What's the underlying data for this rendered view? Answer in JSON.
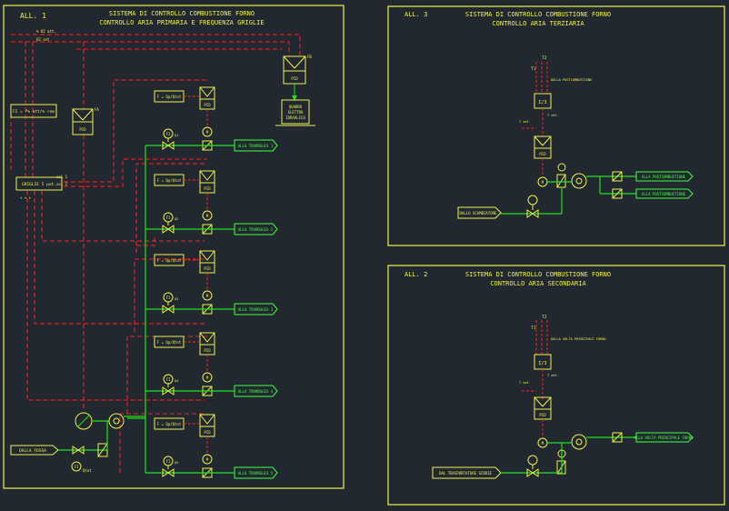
{
  "colors": {
    "background": "#212830",
    "frame": "#f0f050",
    "dashed": "#ff2020",
    "pipe": "#20e020",
    "symbol": "#f0f050",
    "text_yellow": "#f0f050",
    "text_green": "#40ff40"
  },
  "all1": {
    "tag": "ALL. 1",
    "title_line1": "SISTEMA DI CONTROLLO COMBUSTIONE FORNO",
    "title_line2": "CONTROLLO ARIA PRIMARIA E FREQUENZA GRIGLIE",
    "sig1": "% O2 att.",
    "sig2": "O2 set",
    "formula": "FI = f% att/% rem",
    "fa_label": "FA",
    "fb_label": "FB",
    "pid": "PID",
    "quadro_line1": "QUADRO",
    "quadro_line2": "ELETTRO",
    "quadro_line3": "IDRAULICO",
    "grate_panel": "GRIGLIE 5 pot.",
    "sel1": "sel 1",
    "sel2": "sel 2",
    "zones": [
      {
        "ratio": "F = Qp/Qtot",
        "fi": "FI",
        "tag": "Q1",
        "m": "M",
        "dest": "ALLA TRAMOGGIA 1"
      },
      {
        "ratio": "F = Qp/Qtot",
        "fi": "FI",
        "tag": "Q2",
        "m": "M",
        "dest": "ALLA TRAMOGGIA 2"
      },
      {
        "ratio": "F = Qp/Qtot",
        "fi": "FI",
        "tag": "Q3",
        "m": "M",
        "dest": "ALLA TRAMOGGIA 3"
      },
      {
        "ratio": "F = Qp/Qtot",
        "fi": "FI",
        "tag": "Q4",
        "m": "M",
        "dest": "ALLA TRAMOGGIA 4"
      },
      {
        "ratio": "F = Qp/Qtot",
        "fi": "FI",
        "tag": "Q5",
        "m": "M",
        "dest": "ALLA TRAMOGGIA 5"
      }
    ],
    "source": "DALLA FOSSA",
    "fan_m": "M",
    "qtot": "Qtot"
  },
  "all3": {
    "tag": "ALL. 3",
    "title_line1": "SISTEMA DI CONTROLLO COMBUSTIONE FORNO",
    "title_line2": "CONTROLLO ARIA TERZIARIA",
    "t1": "T1",
    "t2": "T2",
    "from_post": "DALLA POSTCOMBUSTIONE",
    "sigma": "Σ/3",
    "t_att": "T att.",
    "t_set": "T set",
    "pid": "PID",
    "m": "M",
    "dest1": "ALLA POSTCOMBUSTIONE",
    "dest2": "ALLA POSTCOMBUSTIONE",
    "source": "DALLO SCAMBIATORE"
  },
  "all2": {
    "tag": "ALL. 2",
    "title_line1": "SISTEMA DI CONTROLLO COMBUSTIONE FORNO",
    "title_line2": "CONTROLLO ARIA SECONDARIA",
    "t1": "T1",
    "t2": "T2",
    "from_volta": "DALLA VOLTA PRINCIPALE FORNO",
    "sigma": "Σ/3",
    "t_att": "T att.",
    "t_set": "T set",
    "pid": "PID",
    "m": "M",
    "dest": "ALLA VOLTA PRINCIPALE FORNO",
    "source": "DAL TRASPORTATORE SCORIE"
  }
}
